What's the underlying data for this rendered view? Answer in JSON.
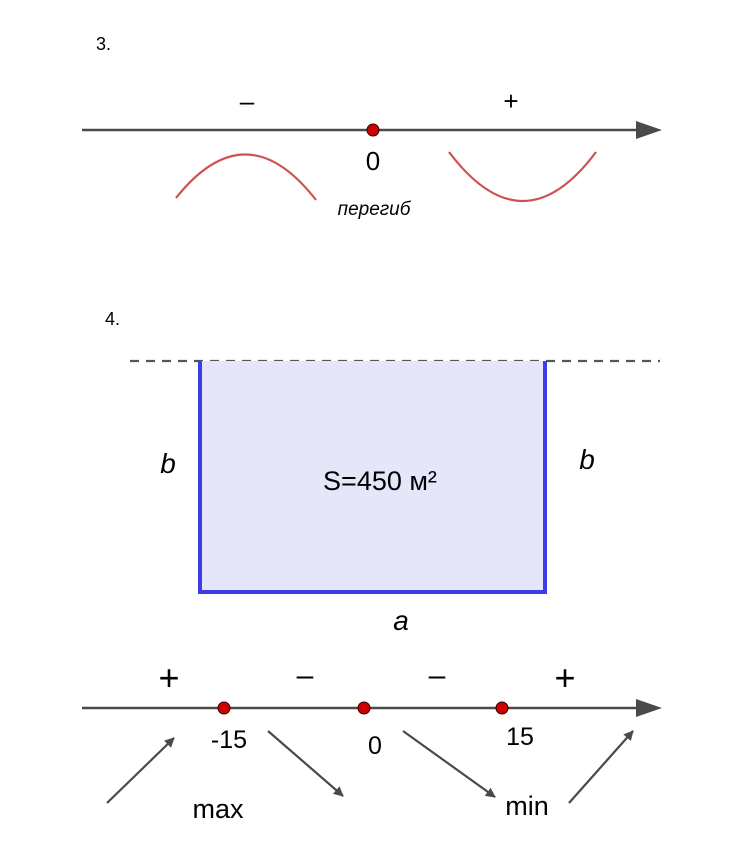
{
  "problem3": {
    "number": "3.",
    "left_sign": "–",
    "right_sign": "+",
    "point_label": "0",
    "inflection_label": "перегиб"
  },
  "problem4": {
    "number": "4.",
    "side_left_label": "b",
    "side_right_label": "b",
    "bottom_label": "a",
    "area_label": "S=450 м²",
    "signs": [
      "+",
      "–",
      "–",
      "+"
    ],
    "points": [
      "-15",
      "0",
      "15"
    ],
    "max_label": "max",
    "min_label": "min"
  },
  "colors": {
    "axis": "#4a4a4a",
    "point_fill": "#cc0000",
    "curve": "#d05050",
    "rect_fill": "#e6e6fa",
    "rect_stroke": "#3d3de6",
    "dashed_line": "#555555",
    "arrow": "#4a4a4a"
  }
}
